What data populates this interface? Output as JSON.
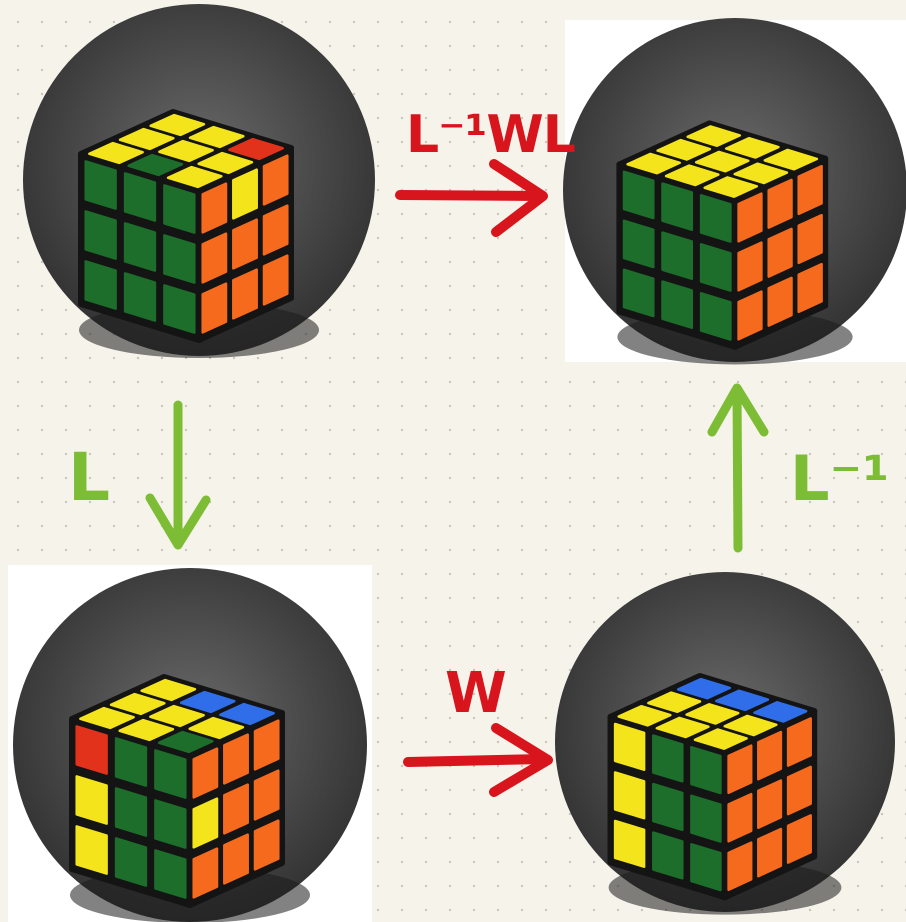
{
  "colors": {
    "red_annotation": "#d8141c",
    "green_annotation": "#7dbd35",
    "cube_body": "#141414",
    "yellow": "#f4e41c",
    "green": "#1d6e2a",
    "orange": "#f56a1d",
    "red": "#e2321c",
    "blue": "#2f6ee8",
    "photo_background": "#4a4a4a"
  },
  "states": [
    {
      "id": "start",
      "top": [
        "y",
        "y",
        "r",
        "y",
        "y",
        "y",
        "y",
        "g",
        "y"
      ],
      "left": [
        "g",
        "g",
        "g",
        "g",
        "g",
        "g",
        "g",
        "g",
        "g"
      ],
      "right": [
        "o",
        "y",
        "o",
        "o",
        "o",
        "o",
        "o",
        "o",
        "o"
      ]
    },
    {
      "id": "solved",
      "top": [
        "y",
        "y",
        "y",
        "y",
        "y",
        "y",
        "y",
        "y",
        "y"
      ],
      "left": [
        "g",
        "g",
        "g",
        "g",
        "g",
        "g",
        "g",
        "g",
        "g"
      ],
      "right": [
        "o",
        "o",
        "o",
        "o",
        "o",
        "o",
        "o",
        "o",
        "o"
      ]
    },
    {
      "id": "after-L",
      "top": [
        "y",
        "b",
        "b",
        "y",
        "y",
        "y",
        "y",
        "y",
        "g"
      ],
      "left": [
        "r",
        "g",
        "g",
        "y",
        "g",
        "g",
        "y",
        "g",
        "g"
      ],
      "right": [
        "o",
        "o",
        "o",
        "y",
        "o",
        "o",
        "o",
        "o",
        "o"
      ]
    },
    {
      "id": "after-W",
      "top": [
        "b",
        "b",
        "b",
        "y",
        "y",
        "y",
        "y",
        "y",
        "y"
      ],
      "left": [
        "y",
        "g",
        "g",
        "y",
        "g",
        "g",
        "y",
        "g",
        "g"
      ],
      "right": [
        "o",
        "o",
        "o",
        "o",
        "o",
        "o",
        "o",
        "o",
        "o"
      ]
    }
  ],
  "moves": {
    "top": "L⁻¹WL",
    "left": "L",
    "bottom": "W",
    "right": "L⁻¹"
  }
}
